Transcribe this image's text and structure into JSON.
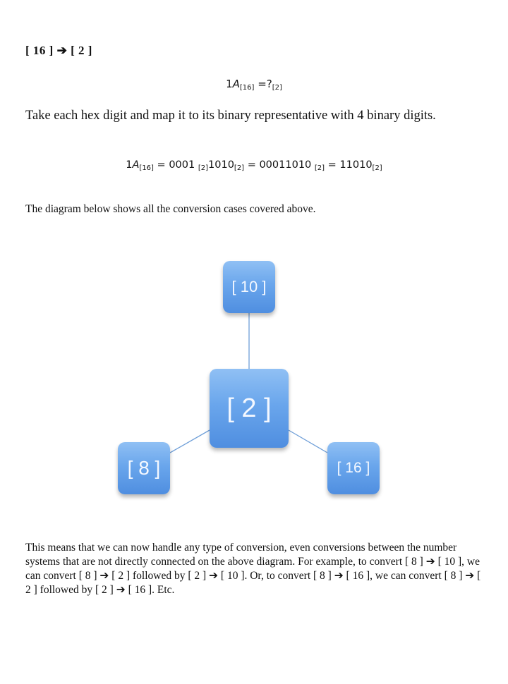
{
  "heading": "[ 16 ] ➔ [ 2 ]",
  "equation1": {
    "lhs": "1",
    "lhs_italic": "A",
    "lhs_base": "[16]",
    "rhs": "=?",
    "rhs_base": "[2]"
  },
  "paragraph1": "Take each hex digit and map it to its binary representative with 4 binary digits.",
  "equation2": {
    "p1": "1",
    "p1_italic": "A",
    "p1_base": "[16]",
    "p2": " = 0001 ",
    "p2_base": "[2]",
    "p3": "1010",
    "p3_base": "[2]",
    "p4": " = 00011010 ",
    "p4_base": "[2]",
    "p5": " = 11010",
    "p5_base": "[2]"
  },
  "paragraph2": "The diagram below shows all the conversion cases covered above.",
  "diagram": {
    "nodes": {
      "base10": "[ 10 ]",
      "base2": "[ 2 ]",
      "base8": "[ 8 ]",
      "base16": "[ 16 ]"
    },
    "node_color": "#6aa6ec",
    "connector_color": "#6f9fd8"
  },
  "paragraph3": "This means that we can now handle any type of conversion, even conversions between the number systems that are not directly connected on the above diagram. For example, to convert [ 8 ] ➔ [ 10 ], we can convert [ 8 ] ➔ [ 2 ] followed by [ 2 ] ➔ [ 10 ]. Or, to convert [ 8 ] ➔ [ 16 ], we can convert [ 8 ] ➔ [ 2 ] followed by [ 2 ] ➔ [ 16 ]. Etc."
}
